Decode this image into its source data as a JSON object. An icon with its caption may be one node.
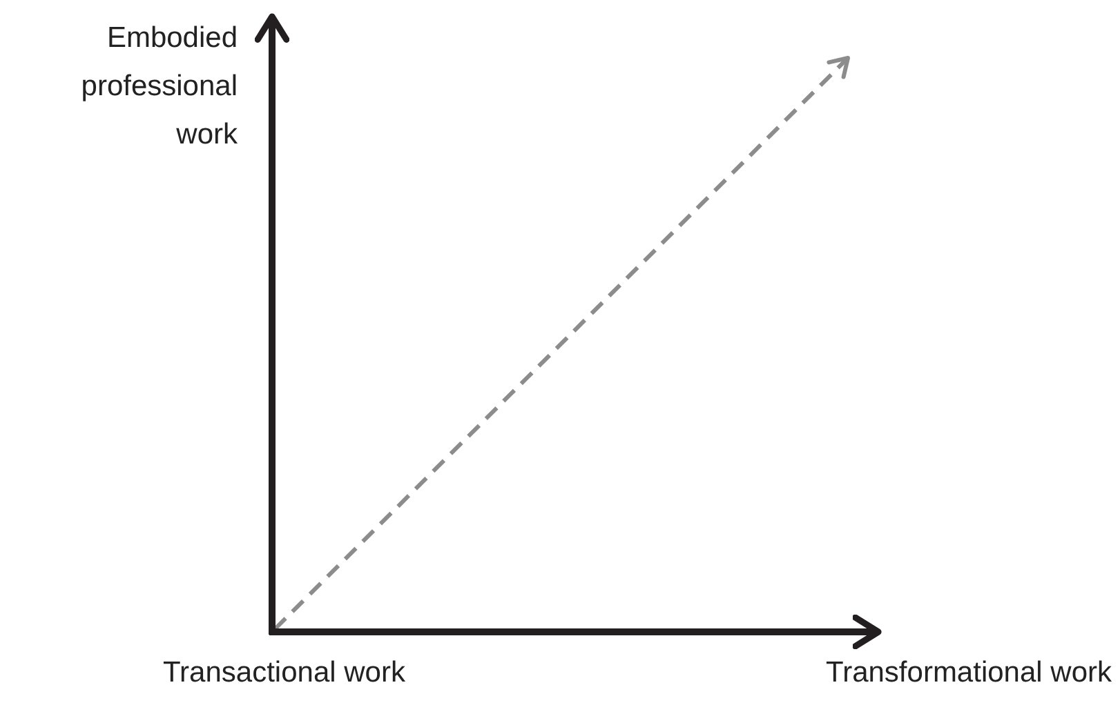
{
  "diagram": {
    "labels": [
      "Embodied professional work",
      "Transactional work",
      "Transformational work"
    ]
  }
}
